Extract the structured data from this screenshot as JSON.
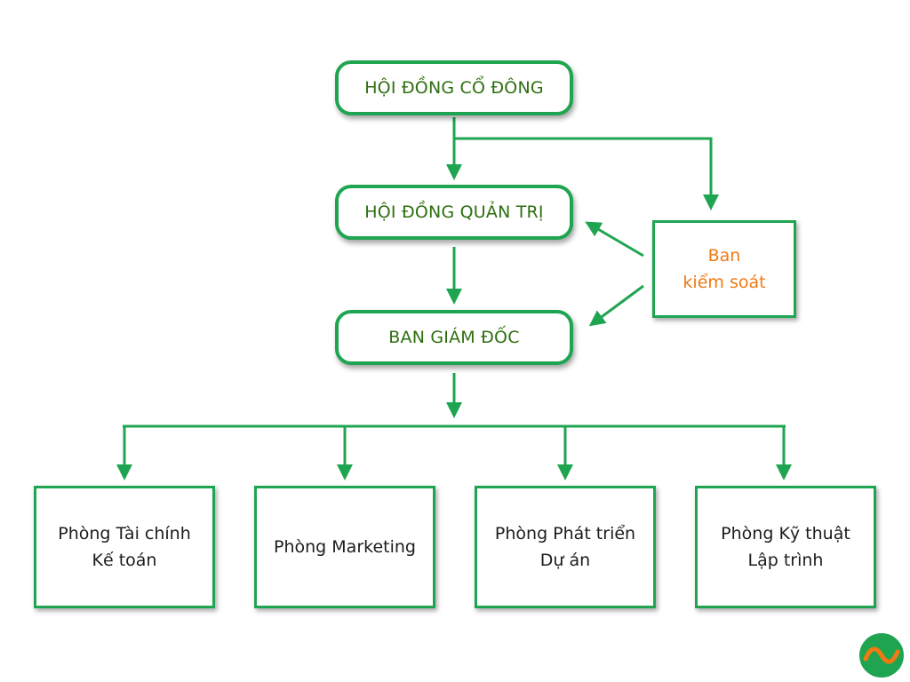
{
  "chart_data": {
    "type": "org_chart",
    "nodes": [
      {
        "id": "shareholders",
        "label": "HỘI ĐỒNG CỔ ĐÔNG"
      },
      {
        "id": "board",
        "label": "HỘI ĐỒNG QUẢN TRỊ"
      },
      {
        "id": "directors",
        "label": "BAN GIÁM ĐỐC"
      },
      {
        "id": "control",
        "label": "Ban\nkiểm soát"
      },
      {
        "id": "finance",
        "label": "Phòng Tài chính\nKế toán"
      },
      {
        "id": "marketing",
        "label": "Phòng Marketing"
      },
      {
        "id": "project",
        "label": "Phòng Phát triển\nDự án"
      },
      {
        "id": "tech",
        "label": "Phòng Kỹ thuật\nLập trình"
      }
    ],
    "edges": [
      {
        "from": "shareholders",
        "to": "board"
      },
      {
        "from": "shareholders",
        "to": "control"
      },
      {
        "from": "control",
        "to": "board"
      },
      {
        "from": "control",
        "to": "directors"
      },
      {
        "from": "board",
        "to": "directors"
      },
      {
        "from": "directors",
        "to": "finance"
      },
      {
        "from": "directors",
        "to": "marketing"
      },
      {
        "from": "directors",
        "to": "project"
      },
      {
        "from": "directors",
        "to": "tech"
      }
    ],
    "colors": {
      "border": "#1fa551",
      "arrow": "#1fa551",
      "pill_text": "#2e6f10",
      "control_text": "#f07a12",
      "dept_text": "#1c1c1c"
    }
  },
  "logo": {
    "icon": "wave-logo-icon",
    "colors": {
      "circle": "#1fa551",
      "wave": "#f07a12"
    }
  }
}
